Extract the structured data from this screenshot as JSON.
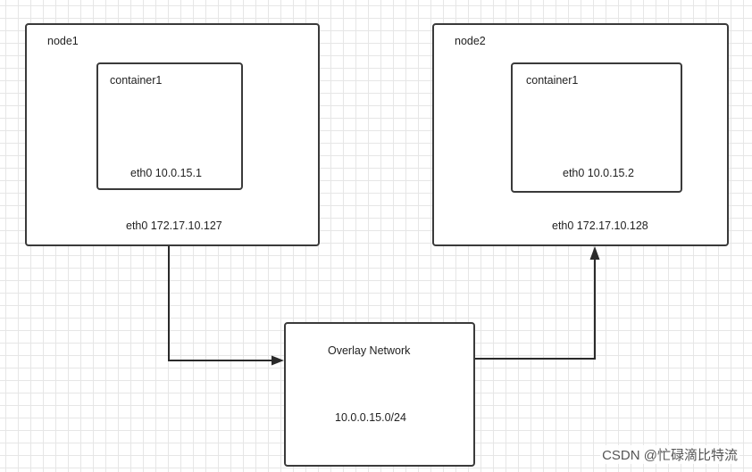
{
  "node1": {
    "title": "node1",
    "eth": "eth0 172.17.10.127",
    "container": {
      "title": "container1",
      "eth": "eth0 10.0.15.1"
    }
  },
  "node2": {
    "title": "node2",
    "eth": "eth0 172.17.10.128",
    "container": {
      "title": "container1",
      "eth": "eth0 10.0.15.2"
    }
  },
  "overlay": {
    "title": "Overlay Network",
    "cidr": "10.0.0.15.0/24"
  },
  "watermark": "CSDN @忙碌滴比特流"
}
